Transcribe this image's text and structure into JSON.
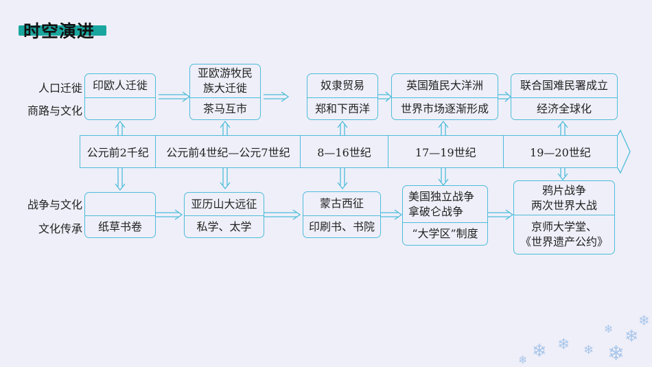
{
  "title": "时空演进",
  "row_labels": {
    "migration": "人口迁徙",
    "trade": "商路与文化",
    "war": "战争与文化",
    "heritage": "文化传承"
  },
  "timeline": [
    "公元前2千纪",
    "公元前4世纪—公元7世纪",
    "8—16世纪",
    "17—19世纪",
    "19—20世纪"
  ],
  "top_boxes": [
    {
      "migration": [
        "印欧人迁徙"
      ],
      "trade": []
    },
    {
      "migration": [
        "亚欧游牧民",
        "族大迁徙"
      ],
      "trade": [
        "茶马互市"
      ]
    },
    {
      "migration": [
        "奴隶贸易"
      ],
      "trade": [
        "郑和下西洋"
      ]
    },
    {
      "migration": [
        "英国殖民大洋洲"
      ],
      "trade": [
        "世界市场逐渐形成"
      ]
    },
    {
      "migration": [
        "联合国难民署成立"
      ],
      "trade": [
        "经济全球化"
      ]
    }
  ],
  "bottom_boxes": [
    {
      "war": [],
      "heritage": [
        "纸草书卷"
      ]
    },
    {
      "war": [
        "亚历山大远征"
      ],
      "heritage": [
        "私学、太学"
      ]
    },
    {
      "war": [
        "蒙古西征"
      ],
      "heritage": [
        "印刷书、书院"
      ]
    },
    {
      "war": [
        "美国独立战争",
        "拿破仑战争"
      ],
      "heritage": [
        "“大学区”制度"
      ]
    },
    {
      "war": [
        "鸦片战争",
        "两次世界大战"
      ],
      "heritage": [
        "京师大学堂、",
        "《世界遗产公约》"
      ]
    }
  ],
  "colors": {
    "line": "#4bbcd9",
    "title_bar": "#1aa69f",
    "background": "#efeff9"
  }
}
